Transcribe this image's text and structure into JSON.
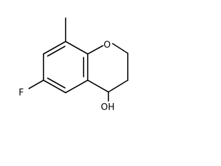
{
  "structure": {
    "atoms": {
      "fluorine": "F",
      "ring_oxygen": "O",
      "hydroxyl": "OH"
    }
  }
}
